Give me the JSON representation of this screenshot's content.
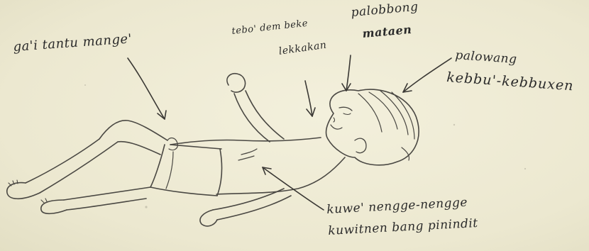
{
  "labels": {
    "gai_tantu": "ga'i tantu mange'",
    "tebo_line1": "tebo' dem beke",
    "tebo_line2": "lekkakan",
    "palobbong_line1": "palobbong",
    "palobbong_line2": "mataen",
    "palowang_line1": "palowang",
    "palowang_line2": "kebbu'-kebbuxen",
    "kuwe_line1": "kuwe' nengge-nengge",
    "kuwitnen_line2": "kuwitnen bang pinindit"
  },
  "colors": {
    "paper": "#efecd6",
    "ink": "#2a2a2a",
    "pencil": "#5a5852"
  }
}
